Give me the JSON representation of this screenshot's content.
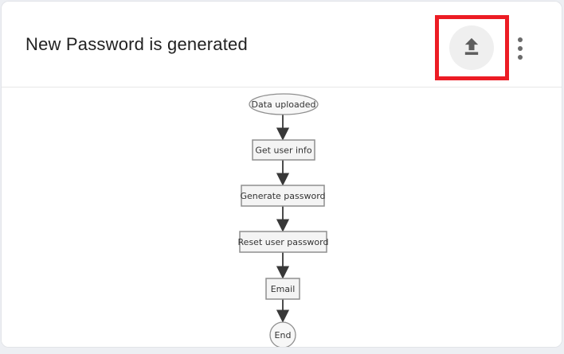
{
  "card": {
    "title": "New Password is generated",
    "header": {
      "upload_button": {
        "icon": "upload-icon",
        "highlighted": true,
        "highlight_color": "#ec1c24"
      },
      "menu_button": {
        "icon": "kebab-menu-icon"
      }
    }
  },
  "flowchart": {
    "nodes": [
      {
        "id": "start",
        "type": "ellipse",
        "label": "Data uploaded"
      },
      {
        "id": "get_user_info",
        "type": "process",
        "label": "Get user info"
      },
      {
        "id": "generate_password",
        "type": "process",
        "label": "Generate password"
      },
      {
        "id": "reset_user_password",
        "type": "process",
        "label": "Reset user password"
      },
      {
        "id": "email",
        "type": "process",
        "label": "Email"
      },
      {
        "id": "end",
        "type": "terminal",
        "label": "End"
      }
    ],
    "edges": [
      {
        "from": "start",
        "to": "get_user_info"
      },
      {
        "from": "get_user_info",
        "to": "generate_password"
      },
      {
        "from": "generate_password",
        "to": "reset_user_password"
      },
      {
        "from": "reset_user_password",
        "to": "email"
      },
      {
        "from": "email",
        "to": "end"
      }
    ],
    "colors": {
      "node_fill": "#f4f4f4",
      "terminal_fill": "#f7f7f7",
      "node_stroke": "#8f8f8f",
      "text": "#333333",
      "arrow": "#383838"
    }
  }
}
